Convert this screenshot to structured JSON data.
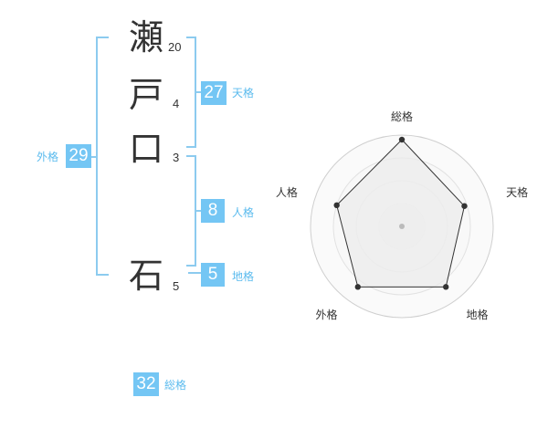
{
  "characters": [
    {
      "char": "瀬",
      "strokes": "20"
    },
    {
      "char": "戸",
      "strokes": "4"
    },
    {
      "char": "口",
      "strokes": "3"
    },
    {
      "char": "石",
      "strokes": "5"
    }
  ],
  "kaku": {
    "tenkaku": {
      "value": "27",
      "label": "天格"
    },
    "jinkaku": {
      "value": "8",
      "label": "人格"
    },
    "chikaku": {
      "value": "5",
      "label": "地格"
    },
    "gaikaku": {
      "value": "29",
      "label": "外格"
    },
    "soukaku": {
      "value": "32",
      "label": "総格"
    }
  },
  "colors": {
    "accent": "#74c6f4",
    "bracket": "#8ccbef",
    "label": "#5bbbee"
  },
  "chart_data": {
    "type": "radar",
    "axes": [
      "総格",
      "天格",
      "地格",
      "外格",
      "人格"
    ],
    "values": [
      0.95,
      0.72,
      0.82,
      0.82,
      0.75
    ],
    "scale_max": 1
  }
}
